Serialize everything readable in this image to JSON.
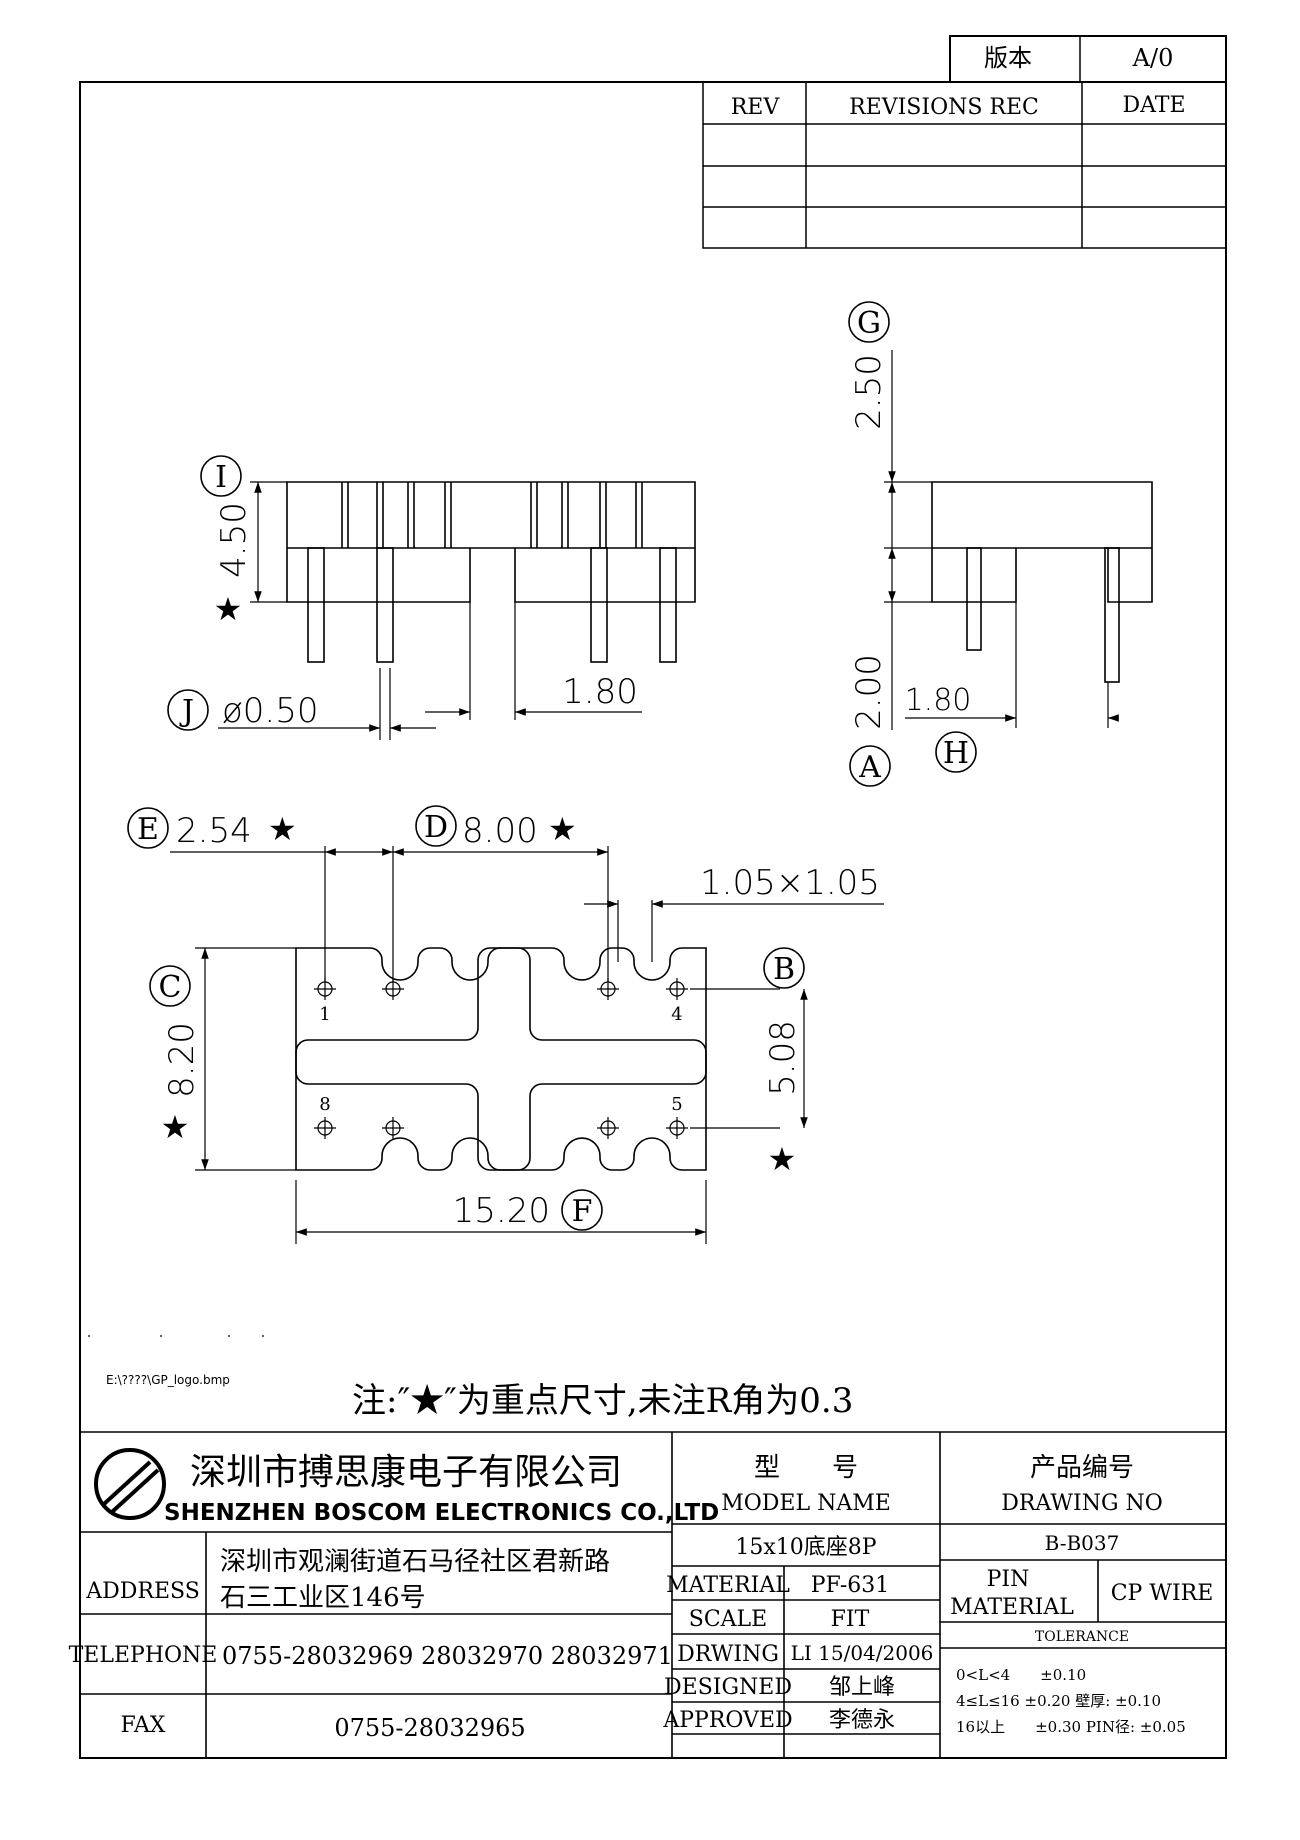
{
  "version_box": {
    "label": "版本",
    "value": "A/0"
  },
  "revisions": {
    "headers": [
      "REV",
      "REVISIONS REC",
      "DATE"
    ],
    "rows": [
      [
        "",
        "",
        ""
      ],
      [
        "",
        "",
        ""
      ],
      [
        "",
        "",
        ""
      ]
    ]
  },
  "front_view": {
    "label_I": "I",
    "dim_height": "4.50",
    "label_J": "J",
    "dim_pin_dia": "ø0.50",
    "dim_pin_gap": "1.80"
  },
  "side_view": {
    "label_G": "G",
    "dim_top": "2.50",
    "dim_bottom": "2.00",
    "label_A": "A",
    "dim_width": "1.80",
    "label_H": "H"
  },
  "bottom_view": {
    "label_E": "E",
    "dim_pitch": "2.54",
    "label_D": "D",
    "dim_span": "8.00",
    "dim_slot": "1.05×1.05",
    "label_C": "C",
    "dim_height": "8.20",
    "label_B": "B",
    "dim_row": "5.08",
    "dim_length": "15.20",
    "label_F": "F",
    "pins": [
      "1",
      "4",
      "8",
      "5"
    ]
  },
  "star": "★",
  "logo_path_text": "E:\\????\\GP_logo.bmp",
  "note": "注:″★″为重点尺寸,未注R角为0.3",
  "company": {
    "name_cn": "深圳市搏思康电子有限公司",
    "name_en": "SHENZHEN BOSCOM ELECTRONICS CO.,LTD"
  },
  "title_block": {
    "address_label": "ADDRESS",
    "address_line1": "深圳市观澜街道石马径社区君新路",
    "address_line2": "石三工业区146号",
    "telephone_label": "TELEPHONE",
    "telephone": "0755-28032969 28032970 28032971",
    "fax_label": "FAX",
    "fax": "0755-28032965",
    "model_label_cn": "型　　号",
    "model_label_en": "MODEL NAME",
    "model_name": "15x10底座8P",
    "drawing_label_cn": "产品编号",
    "drawing_label_en": "DRAWING NO",
    "drawing_no": "B-B037",
    "material_label": "MATERIAL",
    "material": "PF-631",
    "pin_material_label_1": "PIN",
    "pin_material_label_2": "MATERIAL",
    "pin_material": "CP WIRE",
    "scale_label": "SCALE",
    "scale": "FIT",
    "drwing_label": "DRWING",
    "drwing": "LI 15/04/2006",
    "designed_label": "DESIGNED",
    "designed": "邹上峰",
    "approved_label": "APPROVED",
    "approved": "李德永",
    "tolerance_label": "TOLERANCE",
    "tol_1": "0<L<4　　±0.10",
    "tol_2": "4≤L≤16  ±0.20  壁厚:  ±0.10",
    "tol_3": "16以上　　±0.30  PIN径: ±0.05"
  }
}
